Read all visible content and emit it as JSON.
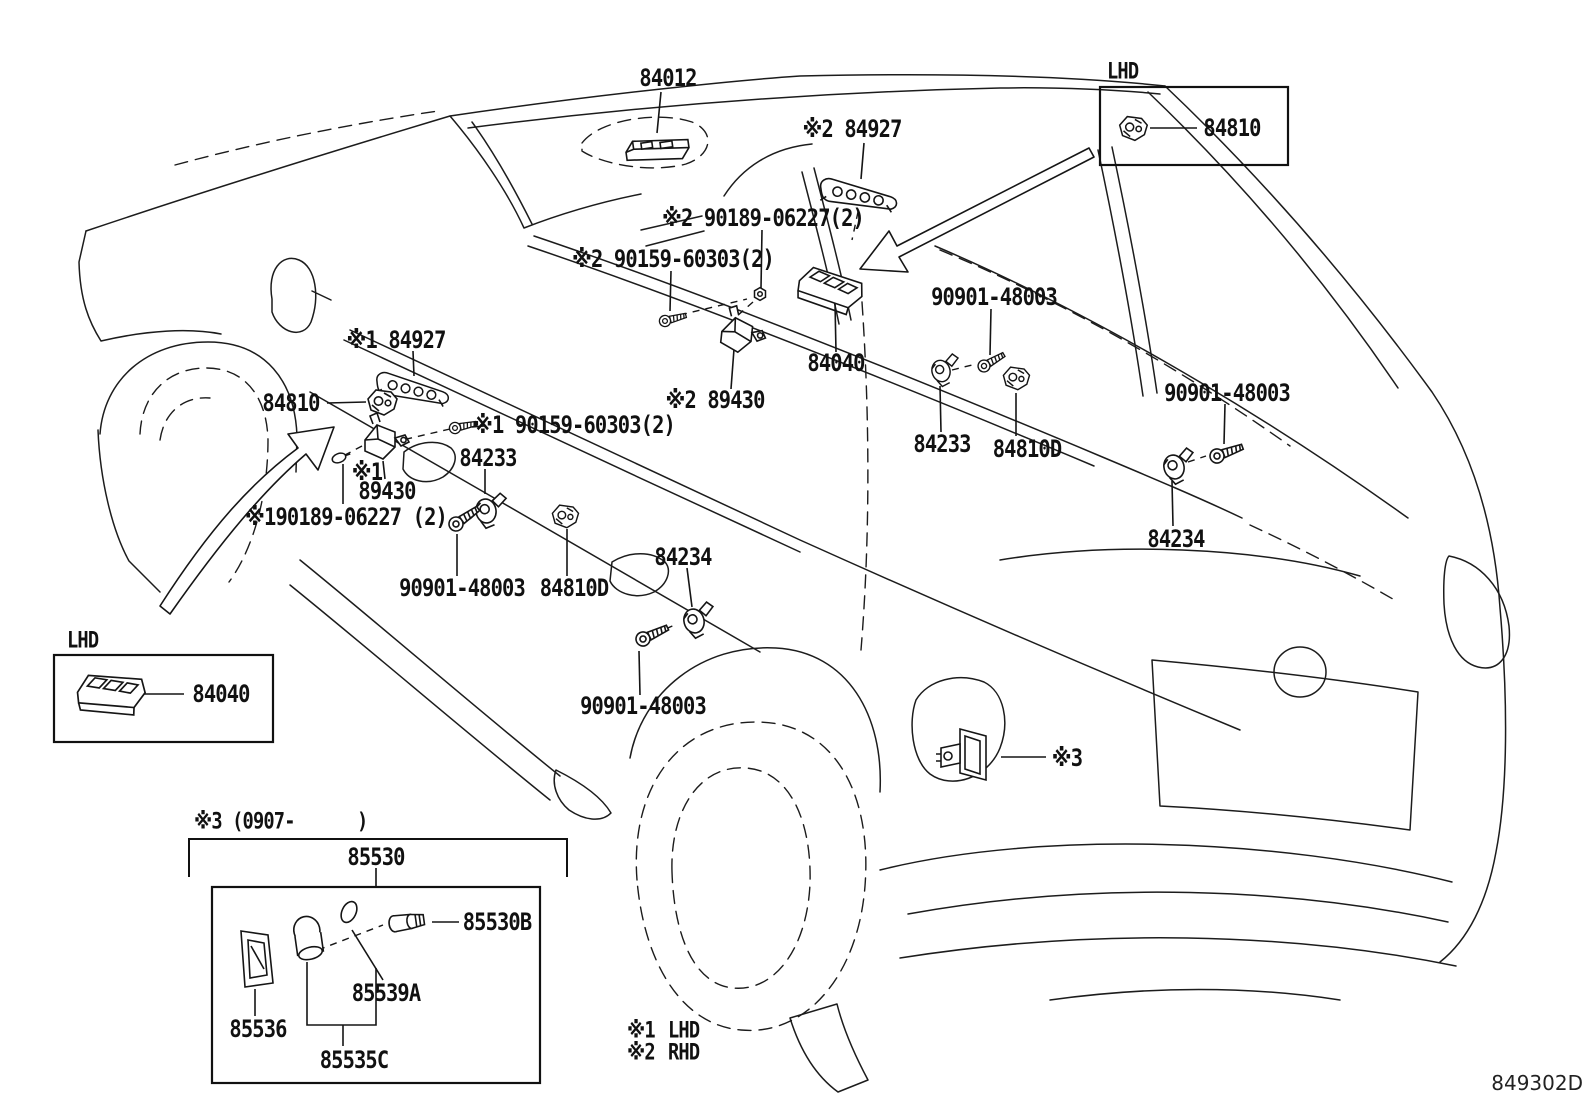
{
  "diagram": {
    "code": "849302D",
    "legend": {
      "note1_sym": "※1",
      "note1_text": "LHD",
      "note2_sym": "※2",
      "note2_text": "RHD"
    },
    "callouts": {
      "roof_switch": "84012",
      "master_switch_rhd": "※2 84927",
      "screw_90189_rhd": "※2 90189-06227(2)",
      "screw_90159_rhd": "※2 90159-60303(2)",
      "master_switch_lhd": "※1 84927",
      "window_switch_front": "84810",
      "screw_90159_lhd": "※1 90159-60303(2)",
      "sensor_84233_front": "84233",
      "relay_lhd_sym": "※1",
      "relay_lhd": "89430",
      "screw_90189_lhd": "※190189-06227 (2)",
      "screw_90901_front": "90901-48003",
      "clip_84810d_front": "84810D",
      "sensor_84234_mid": "84234",
      "screw_90901_mid": "90901-48003",
      "window_switch_rear": "84040",
      "relay_rhd": "※2 89430",
      "screw_90901_rear_upper": "90901-48003",
      "sensor_84233_rear": "84233",
      "clip_84810d_rear": "84810D",
      "screw_90901_rear_lower": "90901-48003",
      "sensor_84234_rear": "84234",
      "back_door_switch_sym": "※3"
    },
    "insets": {
      "top_right": {
        "title": "LHD",
        "part": "84810"
      },
      "left": {
        "title": "LHD",
        "part": "84040"
      },
      "license_lamp": {
        "note": "※3 (0907-      )",
        "assy": "85530",
        "bulb_holder": "85530B",
        "bulb": "85539A",
        "lens": "85536",
        "socket": "85535C"
      }
    }
  }
}
